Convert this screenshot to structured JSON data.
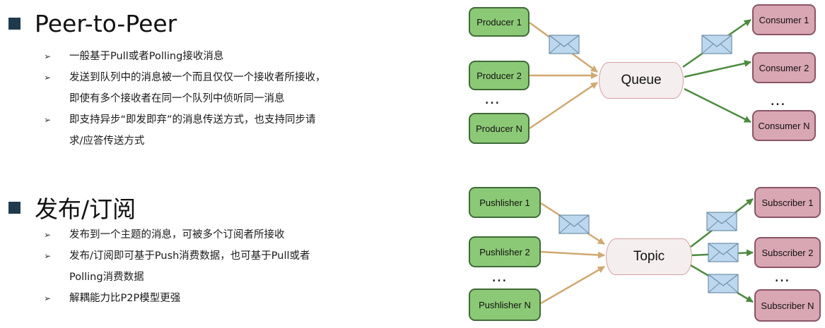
{
  "p2p": {
    "title": "Peer-to-Peer",
    "bullets": [
      "一般基于Pull或者Polling接收消息",
      "发送到队列中的消息被一个而且仅仅一个接收者所接收，",
      "即使有多个接收者在同一个队列中侦听同一消息",
      "即支持异步“即发即弃”的消息传送方式，也支持同步请",
      "求/应答传送方式"
    ],
    "diagram": {
      "producers": [
        "Producer 1",
        "Producer 2",
        "Producer N"
      ],
      "consumers": [
        "Consumer 1",
        "Consumer 2",
        "Consumer N"
      ],
      "channel": "Queue",
      "ellipsis": "…"
    }
  },
  "pubsub": {
    "title": "发布/订阅",
    "bullets": [
      "发布到一个主题的消息，可被多个订阅者所接收",
      "发布/订阅即可基于Push消费数据，也可基于Pull或者",
      "Polling消费数据",
      "解耦能力比P2P模型更强"
    ],
    "diagram": {
      "publishers": [
        "Pushlisher 1",
        "Pushlisher 2",
        "Pushlisher N"
      ],
      "subscribers": [
        "Subscriber 1",
        "Subscriber 2",
        "Subscriber N"
      ],
      "channel": "Topic",
      "ellipsis": "…"
    }
  },
  "colors": {
    "node_green": "#8cc976",
    "node_pink": "#d9a6b4",
    "arrow_in": "#d0a872",
    "arrow_out": "#4c8a3f",
    "envelope": "#bcd7ee",
    "heading_square": "#1f3a4d"
  },
  "icons": {
    "bullet": "arrowhead-bullet-icon",
    "message": "envelope-icon"
  }
}
